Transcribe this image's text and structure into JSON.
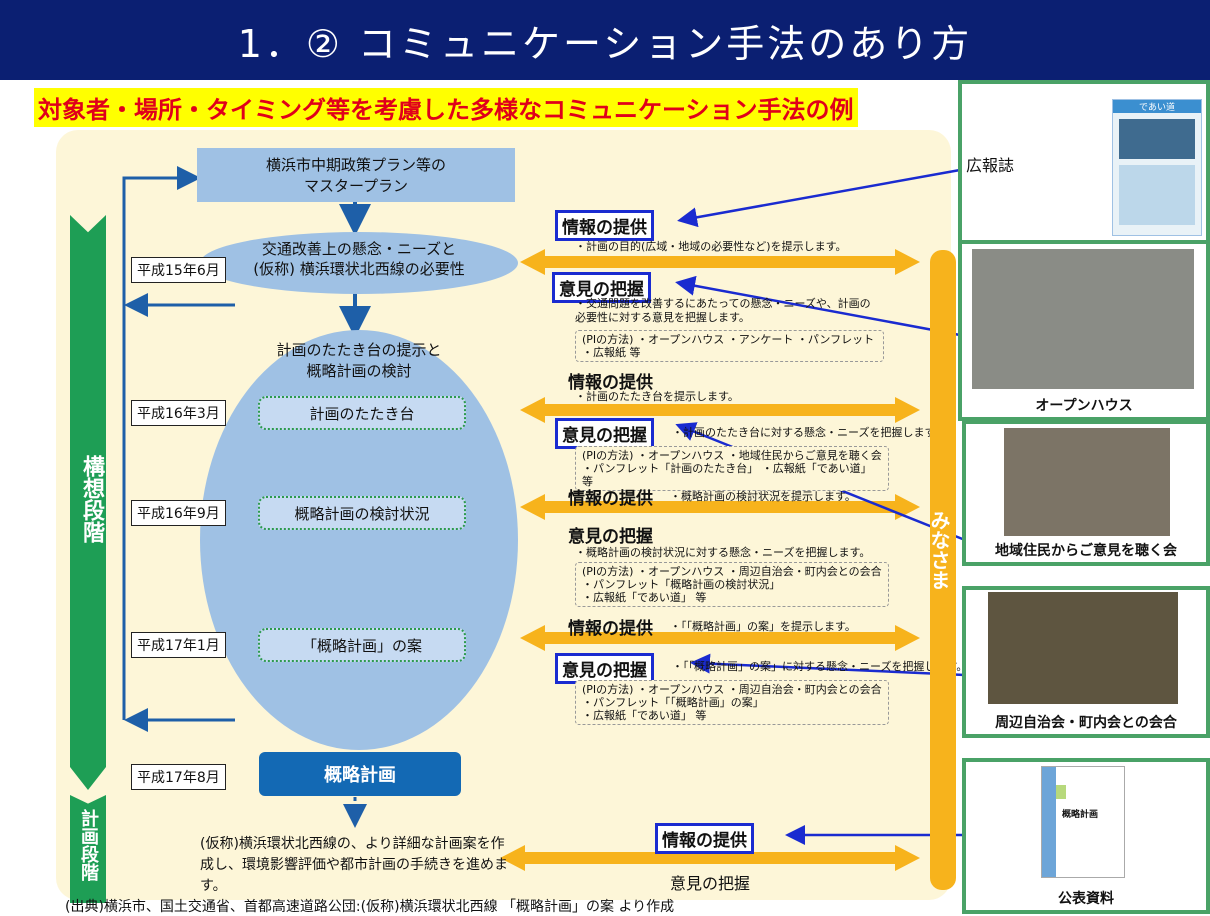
{
  "title": "1．② コミュニケーション手法のあり方",
  "subtitle": "対象者・場所・タイミング等を考慮した多様なコミュニケーション手法の例",
  "stages": {
    "concept": "構想段階",
    "plan": "計画段階"
  },
  "flow": {
    "master_plan": "横浜市中期政策プラン等の\nマスタープラン",
    "needs": "交通改善上の懸念・ニーズと\n(仮称) 横浜環状北西線の必要性",
    "tatakidai_title": "計画のたたき台の提示と\n概略計画の検討",
    "tatakidai": "計画のたたき台",
    "kento": "概略計画の検討状況",
    "an": "「概略計画」の案",
    "final": "概略計画",
    "next": "(仮称)横浜環状北西線の、より詳細な計画案を作\n成し、環境影響評価や都市計画の手続きを進めます。"
  },
  "dates": [
    "平成15年6月",
    "平成16年3月",
    "平成16年9月",
    "平成17年1月",
    "平成17年8月"
  ],
  "sections": {
    "info": "情報の提供",
    "opinion": "意見の把握",
    "s1_text": "・計画の目的(広域・地域の必要性など)を提示します。",
    "s2_text": "・交通問題を改善するにあたっての懸念・ニーズや、計画の\n 必要性に対する意見を把握します。",
    "s2_pi": "(PIの方法) ・オープンハウス ・アンケート ・パンフレット\n ・広報紙 等",
    "s3_text": "・計画のたたき台を提示します。",
    "s4_text": "・計画のたたき台に対する懸念・ニーズを把握します。",
    "s4_pi": "(PIの方法) ・オープンハウス ・地域住民からご意見を聴く会\n ・パンフレット「計画のたたき台」 ・広報紙「であい道」 等",
    "s5_text": "・概略計画の検討状況を提示します。",
    "s6_text": "・概略計画の検討状況に対する懸念・ニーズを把握します。",
    "s6_pi": "(PIの方法) ・オープンハウス ・周辺自治会・町内会との会合\n ・パンフレット「概略計画の検討状況」\n ・広報紙「であい道」 等",
    "s7_text": "・「「概略計画」の案」を提示します。",
    "s8_text": "・「「概略計画」の案」に対する懸念・ニーズを把握します。",
    "s8_pi": "(PIの方法) ・オープンハウス ・周辺自治会・町内会との会合\n ・パンフレット「「概略計画」の案」\n ・広報紙「であい道」 等",
    "final_info": "情報の提供",
    "final_opinion": "意見の把握"
  },
  "minasama": "みなさま",
  "photos": {
    "kohoshi": "広報誌",
    "open_house": "オープンハウス",
    "residents": "地域住民からご意見を聴く会",
    "jichikai": "周辺自治会・町内会との会合",
    "public_doc": "公表資料",
    "doc_title": "概略計画",
    "news_title": "であい道"
  },
  "source": "(出典)横浜市、国土交通省、首都高速道路公団:(仮称)横浜環状北西線 「概略計画」の案 より作成",
  "colors": {
    "title_bg": "#0b1f72",
    "accent_green": "#1e9e55",
    "arrow_orange": "#f7b31c",
    "link_blue": "#1a2bd0"
  }
}
